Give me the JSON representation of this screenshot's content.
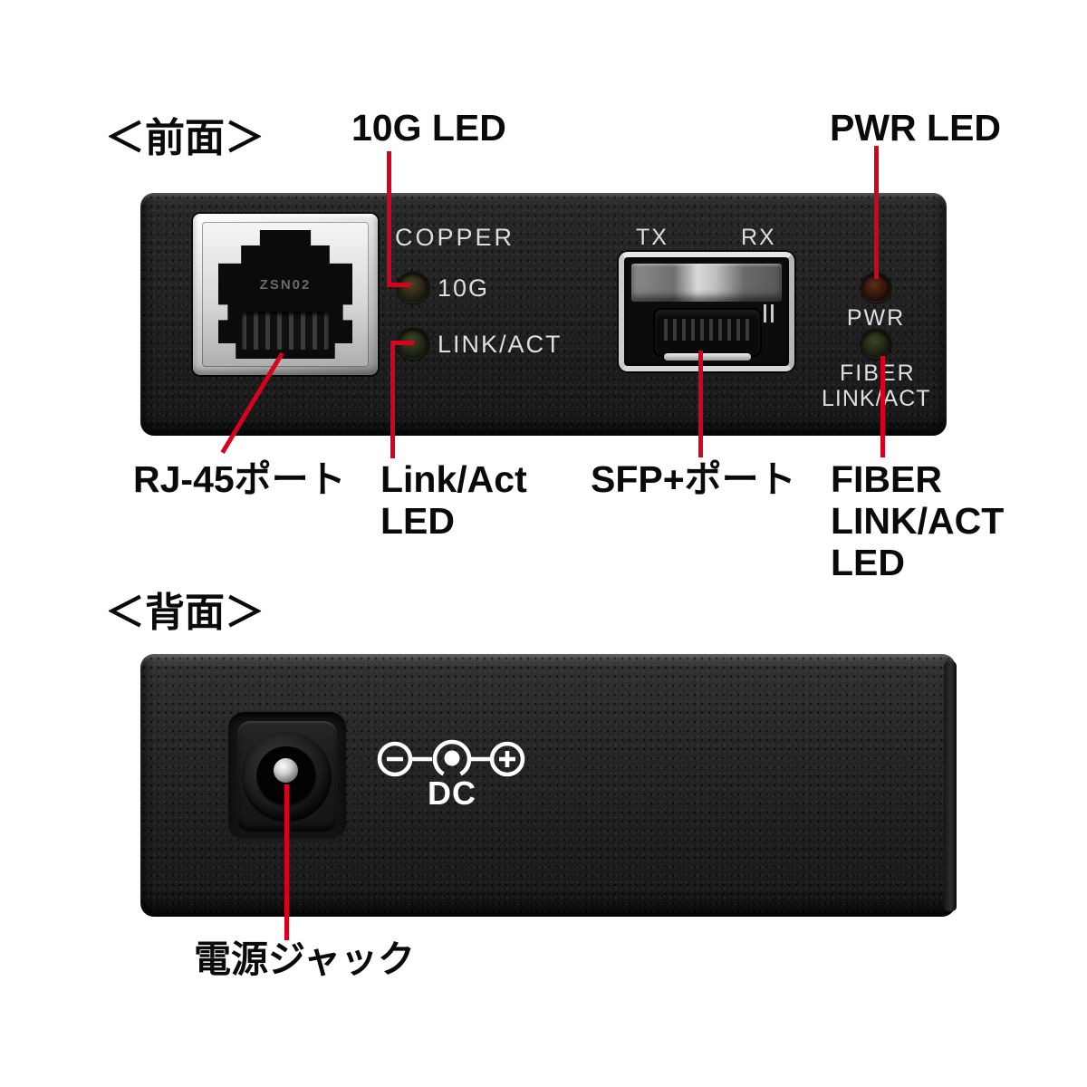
{
  "colors": {
    "background": "#ffffff",
    "callout_red": "#d8001d",
    "panel_black": "#202020",
    "panel_print_white": "#dedede",
    "label_black": "#0a0a0a"
  },
  "front_view": {
    "title": "＜前面＞",
    "top_labels": {
      "g10_led": "10G LED",
      "pwr_led": "PWR LED"
    },
    "panel_print": {
      "copper": "COPPER",
      "led_10g": "10G",
      "led_linkact": "LINK/ACT",
      "tx": "TX",
      "rx": "RX",
      "pwr": "PWR",
      "fiber_line1": "FIBER",
      "fiber_line2": "LINK/ACT",
      "rj45_molded_marking": "ZSN02"
    },
    "bottom_labels": {
      "rj45": [
        "RJ-45ポート"
      ],
      "linkact": [
        "Link/Act",
        "LED"
      ],
      "sfp": [
        "SFP+ポート"
      ],
      "fiber": [
        "FIBER",
        "LINK/ACT",
        "LED"
      ]
    }
  },
  "back_view": {
    "title": "＜背面＞",
    "panel_print": {
      "dc": "DC"
    },
    "bottom_labels": {
      "power_jack": [
        "電源ジャック"
      ]
    }
  }
}
